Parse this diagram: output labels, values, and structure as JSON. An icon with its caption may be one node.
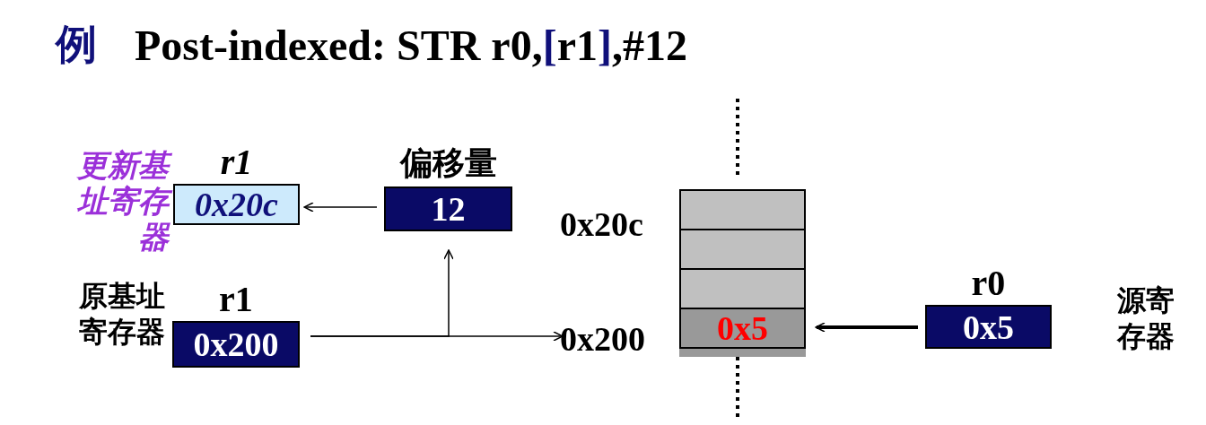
{
  "diagram": {
    "title": "例 Post-indexed: STR r0,[r1],#12",
    "nodes": [
      {
        "text": [
          "r1",
          "0x20c"
        ],
        "beside": [
          "更新基址寄存器"
        ]
      },
      {
        "text": [
          "偏移量",
          "12"
        ]
      },
      {
        "text": [
          "r1",
          "0x200"
        ],
        "beside": [
          "原基址寄存器"
        ]
      },
      {
        "text": [],
        "shape": "box"
      },
      {
        "text": [],
        "shape": "box"
      },
      {
        "text": [],
        "shape": "box"
      },
      {
        "text": [
          "0x5"
        ]
      },
      {
        "text": [
          "0x200"
        ]
      },
      {
        "text": [
          "r0",
          "0x5"
        ],
        "beside": [
          "源寄存器"
        ]
      }
    ],
    "edges": [
      {
        "from": 1,
        "to": 0,
        "arrow": "to"
      },
      {
        "from": 2,
        "to": 7,
        "arrow": "to"
      },
      {
        "from": 2,
        "to": 1,
        "arrow": "to"
      },
      {
        "from": 8,
        "to": 6,
        "arrow": "to",
        "style": "thick"
      }
    ],
    "labels": [
      "0x20c"
    ]
  }
}
